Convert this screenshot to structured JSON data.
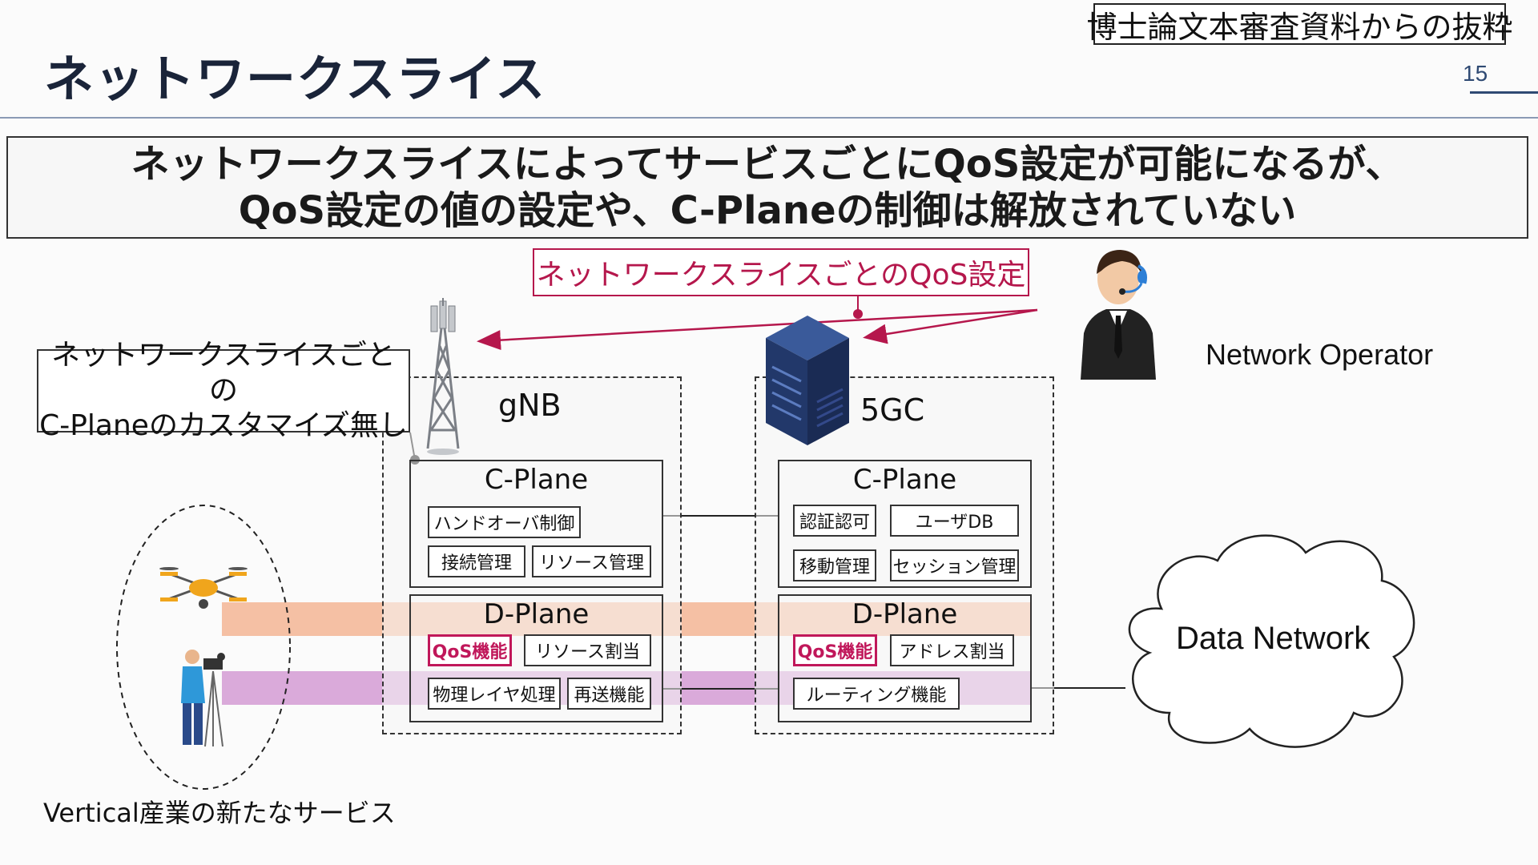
{
  "title": "ネットワークスライス",
  "source_note": "博士論文本審査資料からの抜粋",
  "page_number": "15",
  "headline": {
    "line1": "ネットワークスライスによってサービスごとにQoS設定が可能になるが、",
    "line2": "QoS設定の値の設定や、C-Planeの制御は解放されていない"
  },
  "qos_label": "ネットワークスライスごとのQoS設定",
  "cplane_note": {
    "line1": "ネットワークスライスごとの",
    "line2": "C-Planeのカスタマイズ無し"
  },
  "operator_label": "Network Operator",
  "vertical_label": "Vertical産業の新たなサービス",
  "data_network_label": "Data Network",
  "gnb": {
    "label": "gNB",
    "cplane_title": "C-Plane",
    "dplane_title": "D-Plane",
    "c_functions": [
      "ハンドオーバ制御",
      "接続管理",
      "リソース管理"
    ],
    "d_functions": [
      "QoS機能",
      "リソース割当",
      "物理レイヤ処理",
      "再送機能"
    ]
  },
  "core": {
    "label": "5GC",
    "cplane_title": "C-Plane",
    "dplane_title": "D-Plane",
    "c_functions": [
      "認証認可",
      "ユーザDB",
      "移動管理",
      "セッション管理"
    ],
    "d_functions": [
      "QoS機能",
      "アドレス割当",
      "ルーティング機能"
    ]
  },
  "colors": {
    "title": "#1a2439",
    "accent_magenta": "#b5174c",
    "band_orange": "#f3b594",
    "band_purple": "#d39bd3",
    "server_blue": "#1e2f5c"
  },
  "icons": [
    "cell-tower-icon",
    "server-icon",
    "operator-icon",
    "drone-icon",
    "camera-operator-icon",
    "cloud-icon"
  ]
}
